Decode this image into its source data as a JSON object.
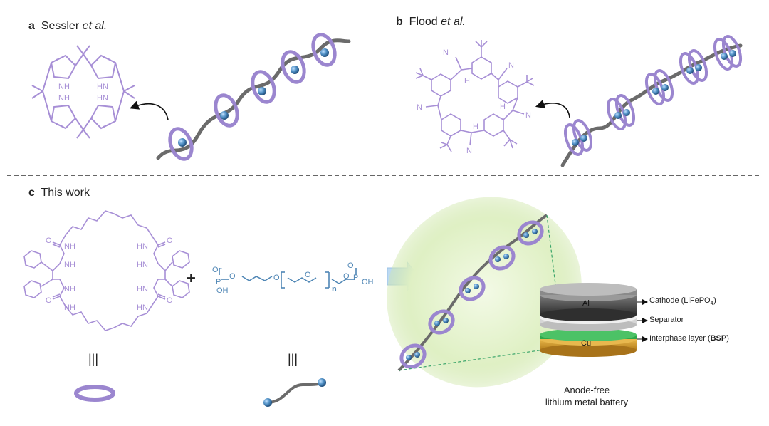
{
  "panels": {
    "a": {
      "letter": "a",
      "author": "Sessler",
      "etal": "et al."
    },
    "b": {
      "letter": "b",
      "author": "Flood",
      "etal": "et al."
    },
    "c": {
      "letter": "c",
      "text": "This work"
    }
  },
  "chem_labels": {
    "nh": "NH",
    "hn": "HN",
    "cn": "N",
    "h": "H",
    "o": "O",
    "p": "P",
    "oh": "OH",
    "o_minus": "O⁻",
    "n_sub": "n",
    "plus": "+",
    "equiv": "|||"
  },
  "battery": {
    "al": "Al",
    "cu": "Cu",
    "cathode_prefix": "Cathode (LiFePO",
    "cathode_sub": "4",
    "cathode_suffix": ")",
    "separator": "Separator",
    "interphase_prefix": "Interphase layer (",
    "interphase_bold": "BSP",
    "interphase_suffix": ")",
    "caption_line1": "Anode-free",
    "caption_line2": "lithium metal battery"
  },
  "colors": {
    "ring": "#9b86cf",
    "ring_dark": "#5b4a86",
    "axle": "#6b6b6b",
    "bead": "#4f8fc4",
    "chem": "#a78fd6",
    "peg": "#4f86b5",
    "arrow": "#bcd9f2",
    "halo": "#d7ebb8",
    "dash_green": "#3aa56a",
    "al_top": "#9e9e9e",
    "al_side": "#4a4a4a",
    "sep": "#dcdcdc",
    "green": "#2ea84a",
    "cu": "#d8a23a"
  }
}
